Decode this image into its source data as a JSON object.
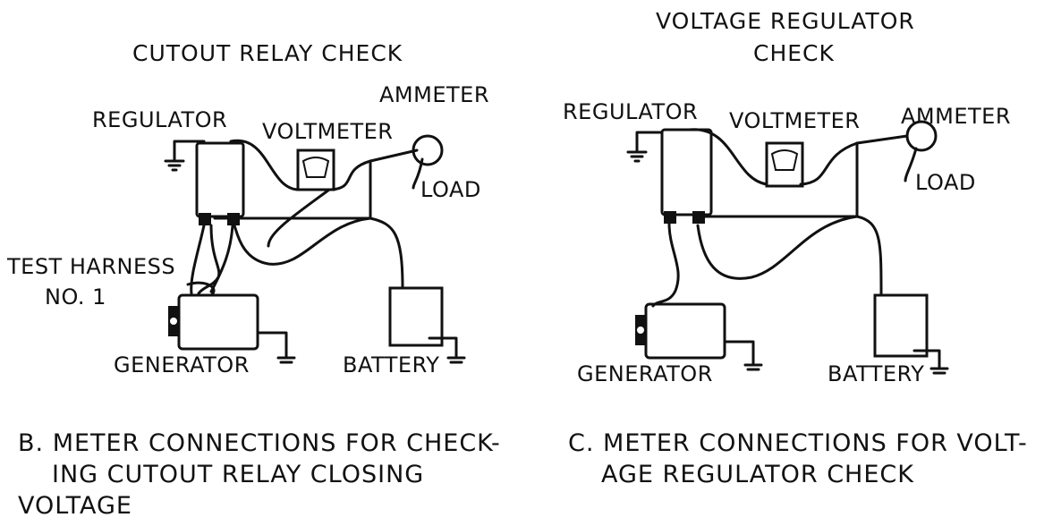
{
  "panel_b": {
    "title": "CUTOUT RELAY CHECK",
    "labels": {
      "ammeter": "AMMETER",
      "regulator": "REGULATOR",
      "voltmeter": "VOLTMETER",
      "load": "LOAD",
      "test_harness_line1": "TEST HARNESS",
      "test_harness_line2": "NO. 1",
      "generator": "GENERATOR",
      "battery": "BATTERY"
    },
    "caption_line1": "B. METER CONNECTIONS FOR CHECK-",
    "caption_line2": "ING CUTOUT RELAY CLOSING",
    "caption_line3": "VOLTAGE"
  },
  "panel_c": {
    "title_line1": "VOLTAGE REGULATOR",
    "title_line2": "CHECK",
    "labels": {
      "regulator": "REGULATOR",
      "voltmeter": "VOLTMETER",
      "ammeter": "AMMETER",
      "load": "LOAD",
      "generator": "GENERATOR",
      "battery": "BATTERY"
    },
    "caption_line1": "C. METER CONNECTIONS FOR VOLT-",
    "caption_line2": "AGE REGULATOR CHECK"
  }
}
